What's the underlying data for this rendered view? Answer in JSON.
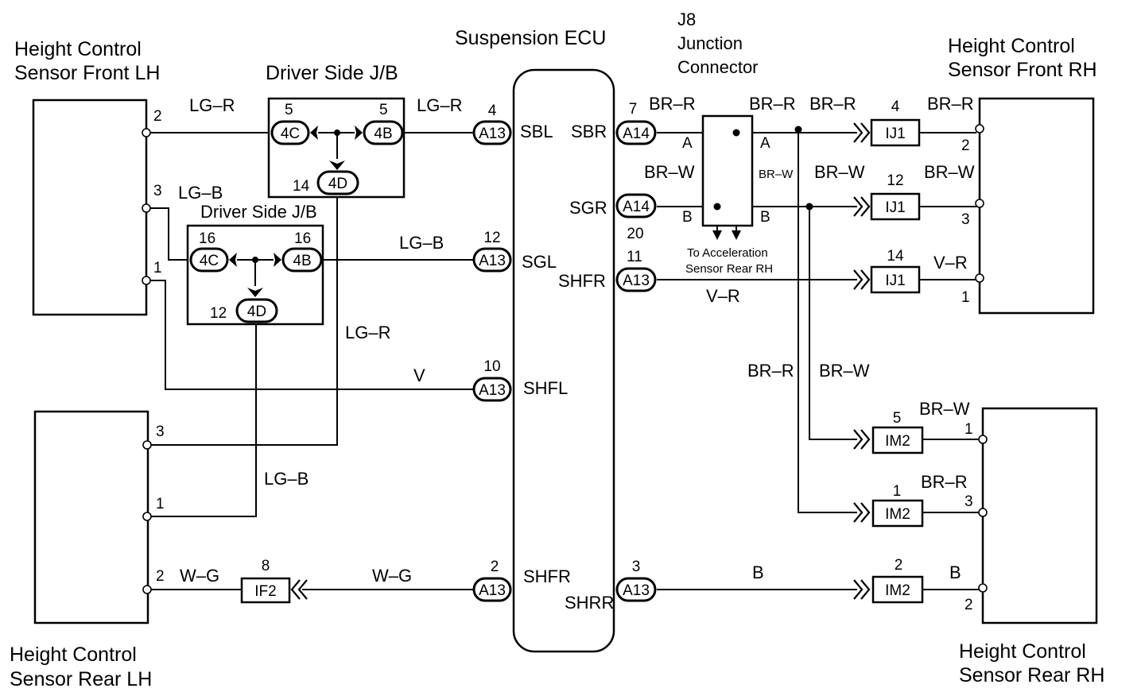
{
  "titles": {
    "front_lh": [
      "Height Control",
      "Sensor Front LH"
    ],
    "rear_lh": [
      "Height Control",
      "Sensor Rear LH"
    ],
    "front_rh": [
      "Height Control",
      "Sensor Front RH"
    ],
    "rear_rh": [
      "Height Control",
      "Sensor Rear RH"
    ],
    "ecu": "Suspension ECU",
    "jb_upper": "Driver Side J/B",
    "jb_lower": "Driver Side J/B",
    "j8": [
      "J8",
      "Junction",
      "Connector"
    ],
    "accel_note": [
      "To Acceleration",
      "Sensor Rear RH"
    ]
  },
  "pins": {
    "flh_2": "2",
    "flh_3": "3",
    "flh_1": "1",
    "rlh_3": "3",
    "rlh_1": "1",
    "rlh_2": "2",
    "frh_2": "2",
    "frh_3": "3",
    "frh_1": "1",
    "rrh_1": "1",
    "rrh_3": "3",
    "rrh_2": "2",
    "jb1_4c": "5",
    "jb1_4b": "5",
    "jb1_4d": "14",
    "jb2_4c": "16",
    "jb2_4b": "16",
    "jb2_4d": "12",
    "ecu_sbl": "4",
    "ecu_sgl": "12",
    "ecu_shfl": "10",
    "ecu_shfr_l": "2",
    "ecu_sbr": "7",
    "ecu_sgr": "20",
    "ecu_shfr_r": "11",
    "ecu_shrr": "3",
    "ij1_a": "4",
    "ij1_b": "12",
    "ij1_c": "14",
    "im2_a": "5",
    "im2_b": "1",
    "im2_c": "2",
    "if2": "8"
  },
  "connectors": {
    "c4c": "4C",
    "c4b": "4B",
    "c4d": "4D",
    "a13": "A13",
    "a14": "A14",
    "ij1": "IJ1",
    "im2": "IM2",
    "if2": "IF2"
  },
  "ecu_terminals": {
    "sbl": "SBL",
    "sgl": "SGL",
    "shfl": "SHFL",
    "shfr_l": "SHFR",
    "sbr": "SBR",
    "sgr": "SGR",
    "shfr_r": "SHFR",
    "shrr": "SHRR"
  },
  "j8_pins": {
    "a_left": "A",
    "a_right": "A",
    "b_left": "B",
    "b_right": "B"
  },
  "wire_colors": {
    "lg_r": "LG–R",
    "lg_b": "LG–B",
    "v": "V",
    "w_g": "W–G",
    "br_r": "BR–R",
    "br_w": "BR–W",
    "v_r": "V–R",
    "b": "B"
  }
}
